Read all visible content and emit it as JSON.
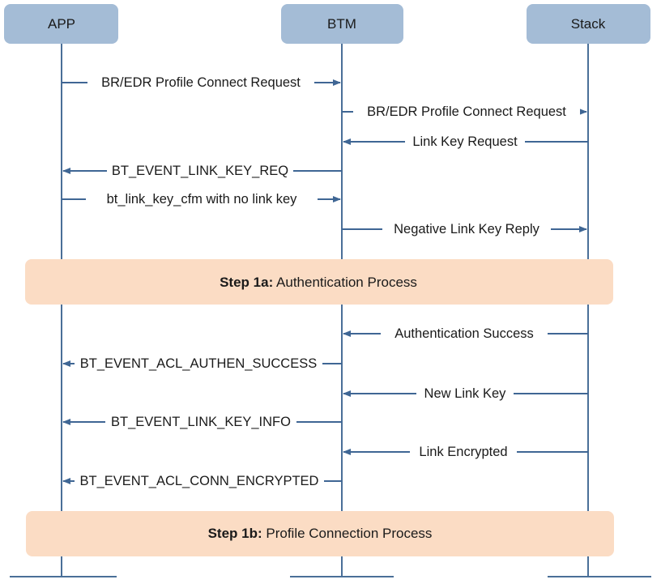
{
  "actors": [
    {
      "id": "app",
      "label": "APP"
    },
    {
      "id": "btm",
      "label": "BTM"
    },
    {
      "id": "stack",
      "label": "Stack"
    }
  ],
  "messages": [
    {
      "from": "app",
      "to": "btm",
      "label": "BR/EDR Profile Connect Request"
    },
    {
      "from": "btm",
      "to": "stack",
      "label": "BR/EDR Profile Connect Request"
    },
    {
      "from": "stack",
      "to": "btm",
      "label": "Link Key Request"
    },
    {
      "from": "btm",
      "to": "app",
      "label": "BT_EVENT_LINK_KEY_REQ"
    },
    {
      "from": "app",
      "to": "btm",
      "label": "bt_link_key_cfm with no link key"
    },
    {
      "from": "btm",
      "to": "stack",
      "label": "Negative Link Key Reply"
    },
    {
      "from": "stack",
      "to": "btm",
      "label": "Authentication Success"
    },
    {
      "from": "btm",
      "to": "app",
      "label": "BT_EVENT_ACL_AUTHEN_SUCCESS"
    },
    {
      "from": "stack",
      "to": "btm",
      "label": "New Link Key"
    },
    {
      "from": "btm",
      "to": "app",
      "label": "BT_EVENT_LINK_KEY_INFO"
    },
    {
      "from": "stack",
      "to": "btm",
      "label": "Link Encrypted"
    },
    {
      "from": "btm",
      "to": "app",
      "label": "BT_EVENT_ACL_CONN_ENCRYPTED"
    }
  ],
  "steps": [
    {
      "bold": "Step 1a:",
      "text": " Authentication Process"
    },
    {
      "bold": "Step 1b:",
      "text": " Profile Connection Process"
    }
  ],
  "colors": {
    "actor_fill": "#a4bcd6",
    "lifeline": "#4a6f98",
    "arrow": "#3f6694",
    "step_fill": "#fbdcc4"
  }
}
